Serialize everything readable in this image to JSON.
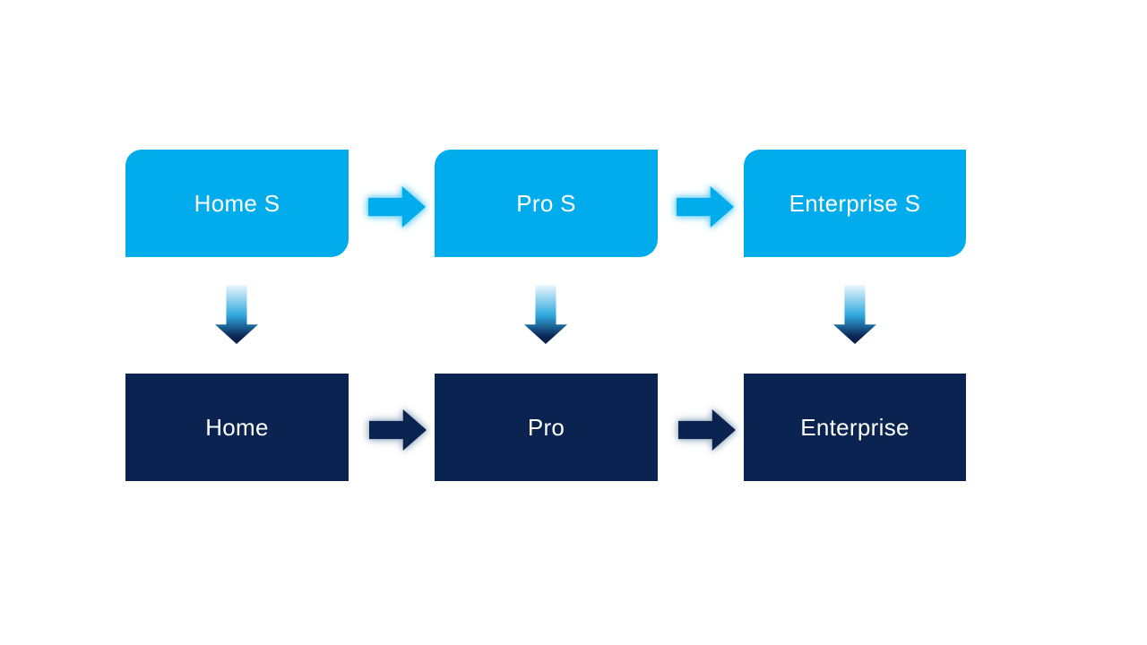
{
  "colors": {
    "bg": "#FFFFFF",
    "accent": "#00ACEC",
    "navy": "#0A2351",
    "text": "#FFFFFF",
    "glow_blue": "#7ED6F7",
    "glow_gray": "#AEBDCD",
    "down_light": "#ECF7FD",
    "down_mid": "#2EA7DE"
  },
  "columns": [
    {
      "top_label": "Home S",
      "bottom_label": "Home"
    },
    {
      "top_label": "Pro S",
      "bottom_label": "Pro"
    },
    {
      "top_label": "Enterprise S",
      "bottom_label": "Enterprise"
    }
  ],
  "icons": {
    "right_arrow": "right-arrow",
    "down_arrow": "down-arrow"
  }
}
